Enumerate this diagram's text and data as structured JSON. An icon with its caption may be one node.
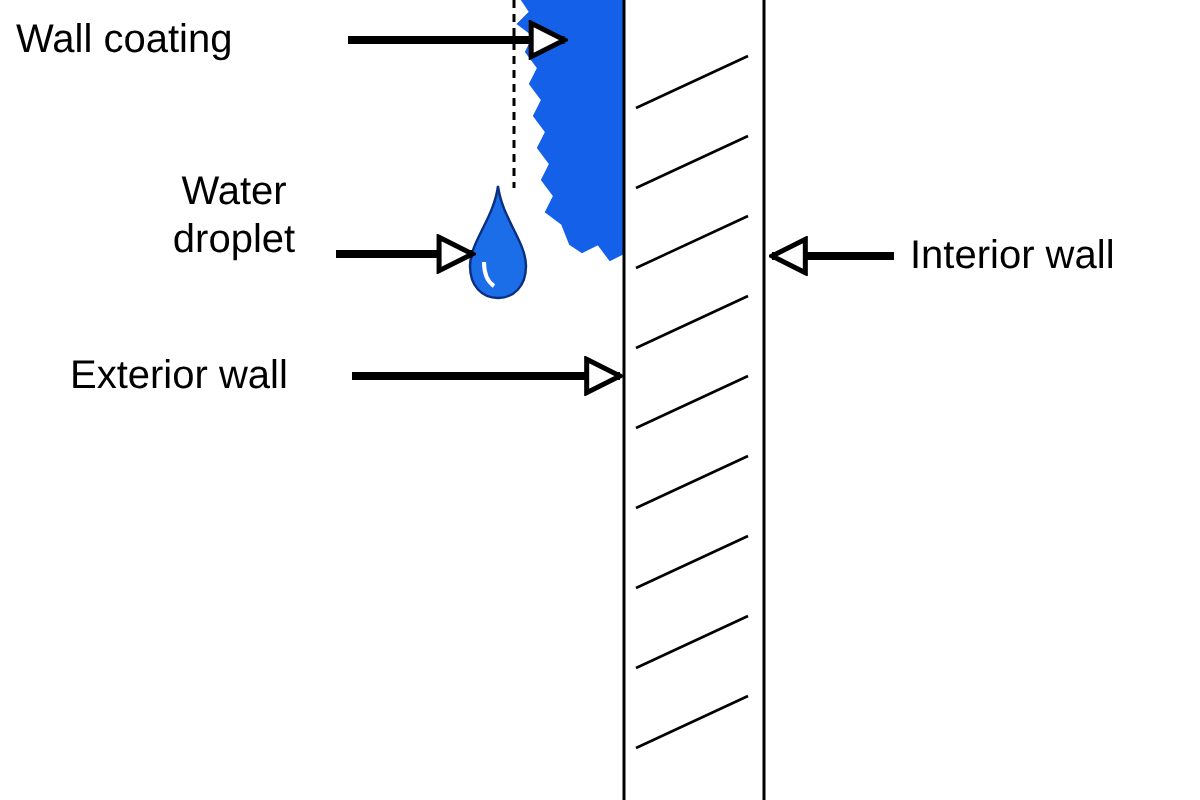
{
  "diagram": {
    "nodes": [
      {
        "text": [
          "Wall coating"
        ]
      },
      {
        "text": [
          "Water droplet"
        ]
      },
      {
        "text": [
          "Exterior wall"
        ]
      },
      {
        "text": [
          "Interior wall"
        ]
      },
      {
        "text": [],
        "shape": "picture"
      },
      {
        "text": [],
        "shape": "picture"
      },
      {
        "text": [],
        "shape": "picture"
      }
    ],
    "edges": [
      {
        "from": 0,
        "to": 4,
        "arrow": "to"
      },
      {
        "from": 1,
        "to": 5,
        "arrow": "to"
      },
      {
        "from": 2,
        "to": 6,
        "arrow": "to"
      },
      {
        "from": 3,
        "to": 6,
        "arrow": "to"
      }
    ]
  }
}
